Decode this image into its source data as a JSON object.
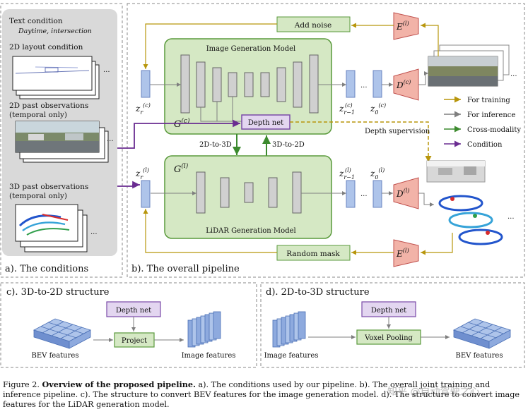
{
  "conditions": {
    "text_condition_label": "Text condition",
    "text_condition_value": "Daytime, intersection",
    "layout_label": "2D layout condition",
    "past2d_label_1": "2D past observations",
    "past2d_label_2": "(temporal only)",
    "past3d_label_1": "3D past observations",
    "past3d_label_2": "(temporal only)",
    "ellipsis": "...",
    "section_label": "a). The conditions"
  },
  "pipeline": {
    "section_label": "b). The overall pipeline",
    "add_noise": "Add noise",
    "random_mask": "Random mask",
    "image_model": "Image Generation Model",
    "lidar_model": "LiDAR Generation Model",
    "depth_net": "Depth net",
    "depth_supervision": "Depth supervision",
    "to3d": "2D-to-3D",
    "to2d": "3D-to-2D",
    "ellipsis": "..."
  },
  "legend": [
    {
      "label": "For training",
      "color": "#b8960c"
    },
    {
      "label": "For inference",
      "color": "#7f7f7f"
    },
    {
      "label": "Cross-modality",
      "color": "#3c8a2e"
    },
    {
      "label": "Condition",
      "color": "#6a2c91"
    }
  ],
  "structure_c": {
    "title": "c). 3D-to-2D structure",
    "depth_net": "Depth net",
    "project": "Project",
    "bev_features": "BEV features",
    "image_features": "Image features"
  },
  "structure_d": {
    "title": "d). 2D-to-3D structure",
    "depth_net": "Depth net",
    "voxel_pooling": "Voxel Pooling",
    "image_features": "Image features",
    "bev_features": "BEV features"
  },
  "caption": {
    "figure_no": "Figure 2.",
    "title": "Overview of the proposed pipeline.",
    "body": "a). The conditions used by our pipeline. b). The overall joint training and inference pipeline. c). The structure to convert BEV features for the image generation model. d). The structure to convert image features for the LiDAR generation model."
  },
  "watermark": "知乎 @自动驾驶之心",
  "colors": {
    "green_fill": "#d5e8c4",
    "green_border": "#5a9a3c",
    "blue_latent": "#aec4ea",
    "red_encoder": "#f2b3a8",
    "purple_fill": "#e3d6f0",
    "purple_border": "#7a4aa8",
    "gray_panel": "#d9d9d9"
  }
}
